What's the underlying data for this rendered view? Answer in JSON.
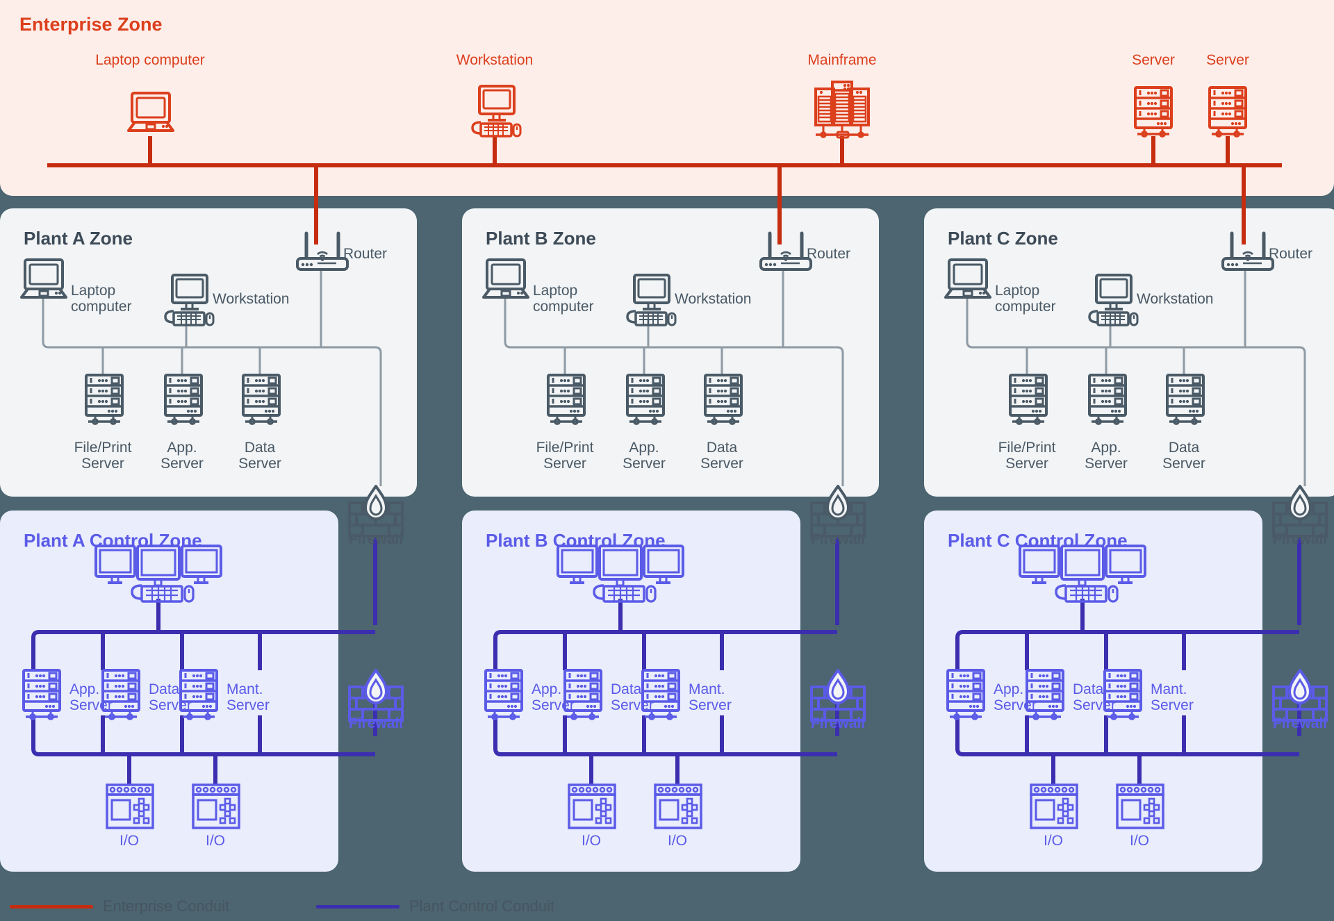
{
  "colors": {
    "page_background": "#4c6570",
    "enterprise_accent": "#dc3f1c",
    "enterprise_panel": "#fdeeea",
    "plant_panel": "#f2f4f5",
    "plant_accent": "#3d4a57",
    "control_panel": "#e9edfc",
    "control_accent": "#5b5be8",
    "control_conduit": "#3b2fb0"
  },
  "enterprise": {
    "title": "Enterprise Zone",
    "nodes": [
      {
        "label": "Laptop computer",
        "icon": "laptop-icon"
      },
      {
        "label": "Workstation",
        "icon": "workstation-icon"
      },
      {
        "label": "Mainframe",
        "icon": "mainframe-icon"
      },
      {
        "label": "Server",
        "icon": "server-icon"
      },
      {
        "label": "Server",
        "icon": "server-icon"
      }
    ]
  },
  "plant_zones": [
    {
      "title": "Plant A Zone",
      "router_label": "Router",
      "laptop_label": "Laptop\ncomputer",
      "workstation_label": "Workstation",
      "servers": [
        "File/Print\nServer",
        "App.\nServer",
        "Data\nServer"
      ],
      "firewall_label": "Firewall"
    },
    {
      "title": "Plant B Zone",
      "router_label": "Router",
      "laptop_label": "Laptop\ncomputer",
      "workstation_label": "Workstation",
      "servers": [
        "File/Print\nServer",
        "App.\nServer",
        "Data\nServer"
      ],
      "firewall_label": "Firewall"
    },
    {
      "title": "Plant C Zone",
      "router_label": "Router",
      "laptop_label": "Laptop\ncomputer",
      "workstation_label": "Workstation",
      "servers": [
        "File/Print\nServer",
        "App.\nServer",
        "Data\nServer"
      ],
      "firewall_label": "Firewall"
    }
  ],
  "control_zones": [
    {
      "title": "Plant A Control Zone",
      "hmi_icon": "multi-monitor-console-icon",
      "servers": [
        "App.\nServer",
        "Data\nServer",
        "Mant.\nServer"
      ],
      "io_modules": [
        "I/O",
        "I/O"
      ],
      "firewall_label": "Firewall"
    },
    {
      "title": "Plant B Control Zone",
      "hmi_icon": "multi-monitor-console-icon",
      "servers": [
        "App.\nServer",
        "Data\nServer",
        "Mant.\nServer"
      ],
      "io_modules": [
        "I/O",
        "I/O"
      ],
      "firewall_label": "Firewall"
    },
    {
      "title": "Plant C Control Zone",
      "hmi_icon": "multi-monitor-console-icon",
      "servers": [
        "App.\nServer",
        "Data\nServer",
        "Mant.\nServer"
      ],
      "io_modules": [
        "I/O",
        "I/O"
      ],
      "firewall_label": "Firewall"
    }
  ],
  "legend": [
    {
      "label": "Enterprise Conduit",
      "color": "#c62d10"
    },
    {
      "label": "Plant Control Conduit",
      "color": "#3b2fb0"
    }
  ]
}
